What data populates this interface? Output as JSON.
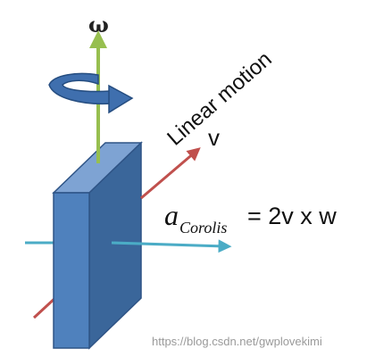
{
  "labels": {
    "omega": "ω",
    "linear_motion": "Linear motion",
    "velocity": "v",
    "accel_symbol": "a",
    "accel_subscript": "Corolis",
    "formula_rhs": "= 2v x w"
  },
  "watermark": "https://blog.csdn.net/gwplovekimi",
  "colors": {
    "plate_front": "#4f81bd",
    "plate_side": "#3a669a",
    "plate_top": "#7ea3d3",
    "plate_edge": "#2f5486",
    "rotation_arrow": "#3f6fae",
    "omega_arrow": "#97bf4f",
    "velocity_arrow": "#c0504d",
    "coriolis_arrow": "#4bacc6"
  },
  "icons": {
    "rotation": "curved-rotation-arrow-icon",
    "omega": "up-arrow-icon",
    "velocity": "diagonal-arrow-icon",
    "coriolis": "right-arrow-icon"
  }
}
